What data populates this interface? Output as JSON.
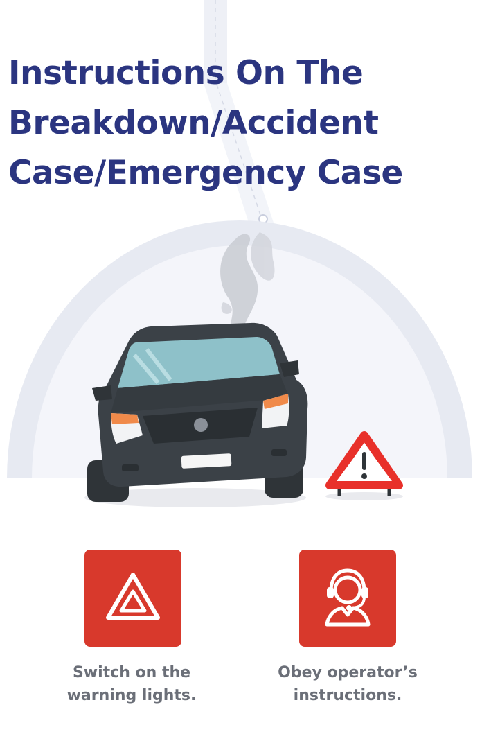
{
  "title": {
    "line1": "Instructions On The",
    "line2": "Breakdown/Accident",
    "line3": "Case/Emergency Case"
  },
  "illustration": {
    "subject": "broken-down car with smoke and warning triangle",
    "icons": [
      "smoke-icon",
      "car-icon",
      "warning-triangle-icon"
    ]
  },
  "steps": [
    {
      "icon": "hazard-warning-icon",
      "line1": "Switch on the",
      "line2": "warning lights."
    },
    {
      "icon": "operator-headset-icon",
      "line1": "Obey operator’s",
      "line2": "instructions."
    }
  ],
  "colors": {
    "title": "#2b3580",
    "accent_red": "#d8392c",
    "caption": "#6b6f78",
    "arch": "#e8ebf3",
    "car_body": "#3b4147"
  }
}
